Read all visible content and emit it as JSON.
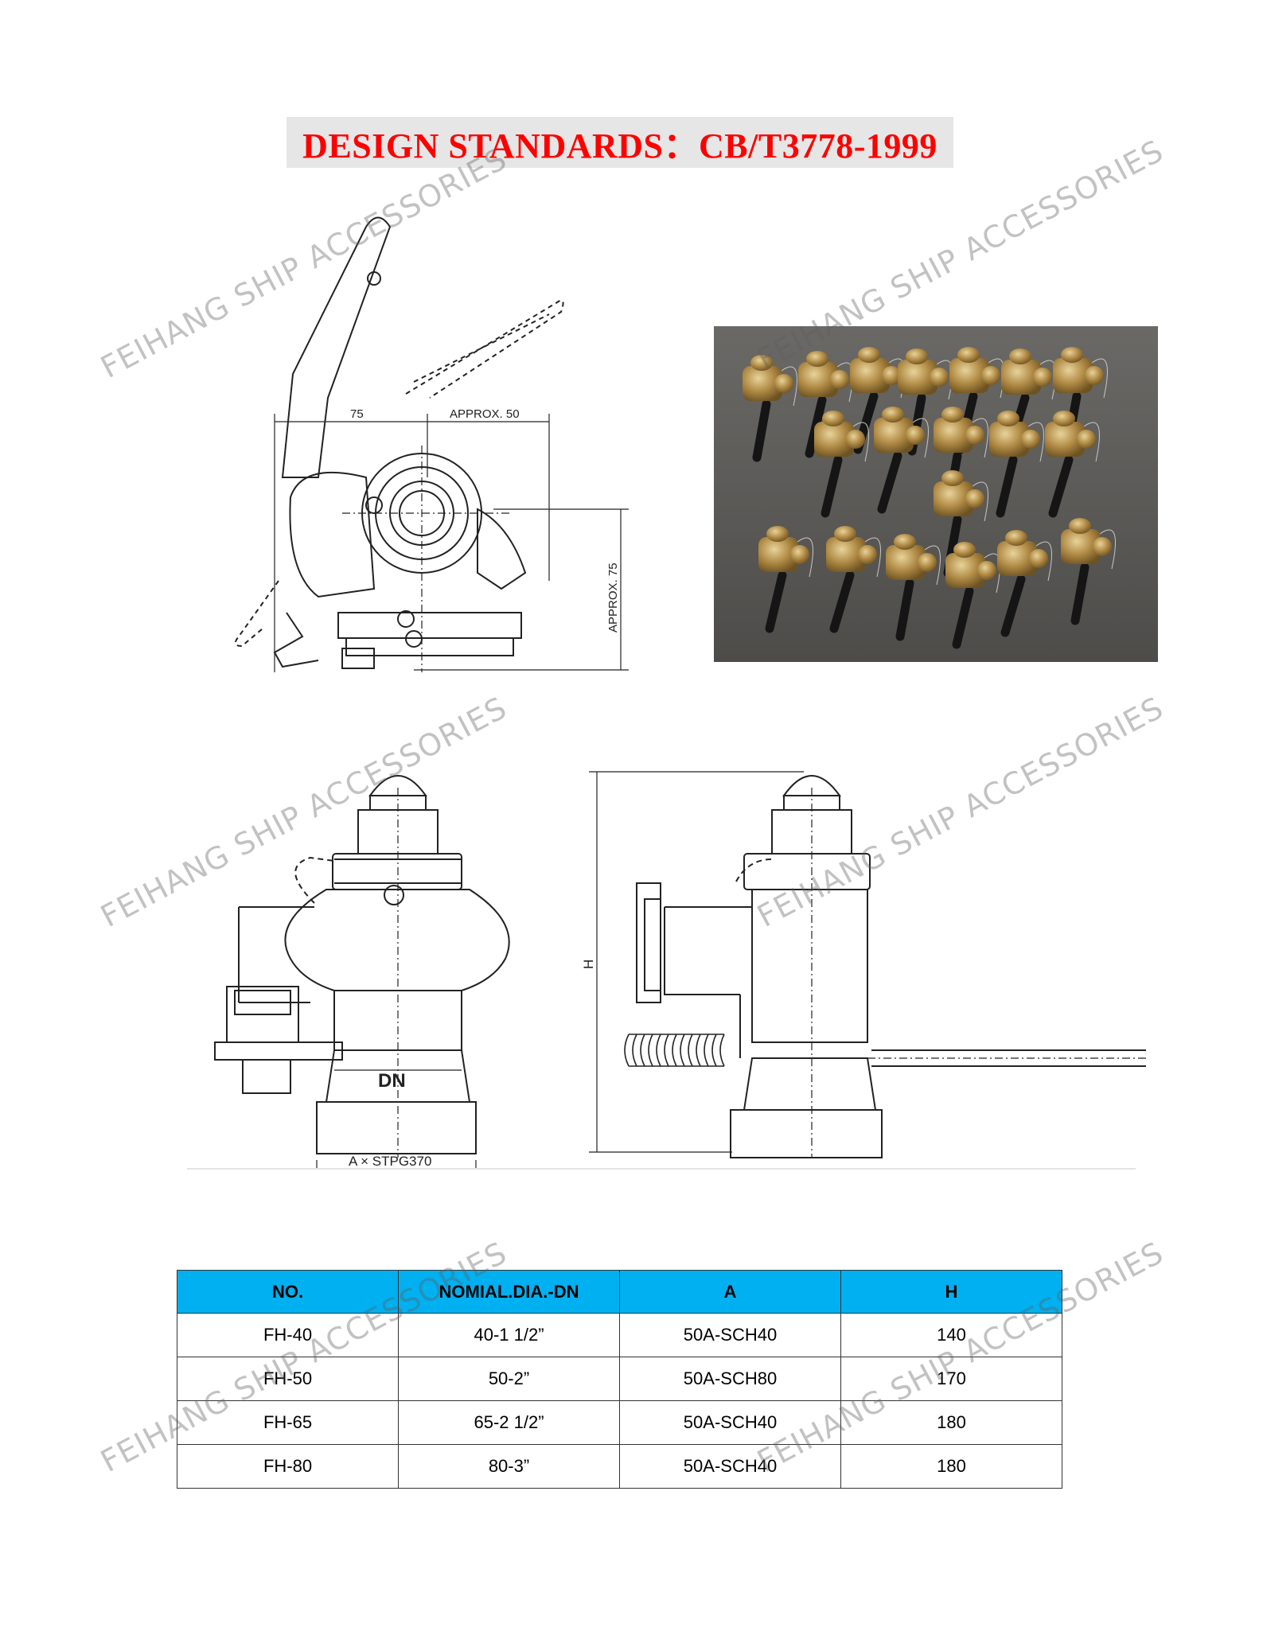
{
  "title": "DESIGN STANDARDS：CB/T3778-1999",
  "watermark": "FEIHANG SHIP ACCESSORIES",
  "drawing_labels": {
    "dim_75": "75",
    "dim_approx_50": "APPROX. 50",
    "dim_approx_75": "APPROX. 75",
    "dim_h": "H",
    "dim_dn": "DN",
    "dim_a": "A × STPG370"
  },
  "table": {
    "headers": [
      "NO.",
      "NOMIAL.DIA.-DN",
      "A",
      "H"
    ],
    "rows": [
      [
        "FH-40",
        "40-1 1/2”",
        "50A-SCH40",
        "140"
      ],
      [
        "FH-50",
        "50-2”",
        "50A-SCH80",
        "170"
      ],
      [
        "FH-65",
        "65-2 1/2”",
        "50A-SCH40",
        "180"
      ],
      [
        "FH-80",
        "80-3”",
        "50A-SCH40",
        "180"
      ]
    ]
  },
  "colors": {
    "title": "#ff0000",
    "title_bg": "#e6e6e6",
    "table_header": "#00b0f0"
  }
}
